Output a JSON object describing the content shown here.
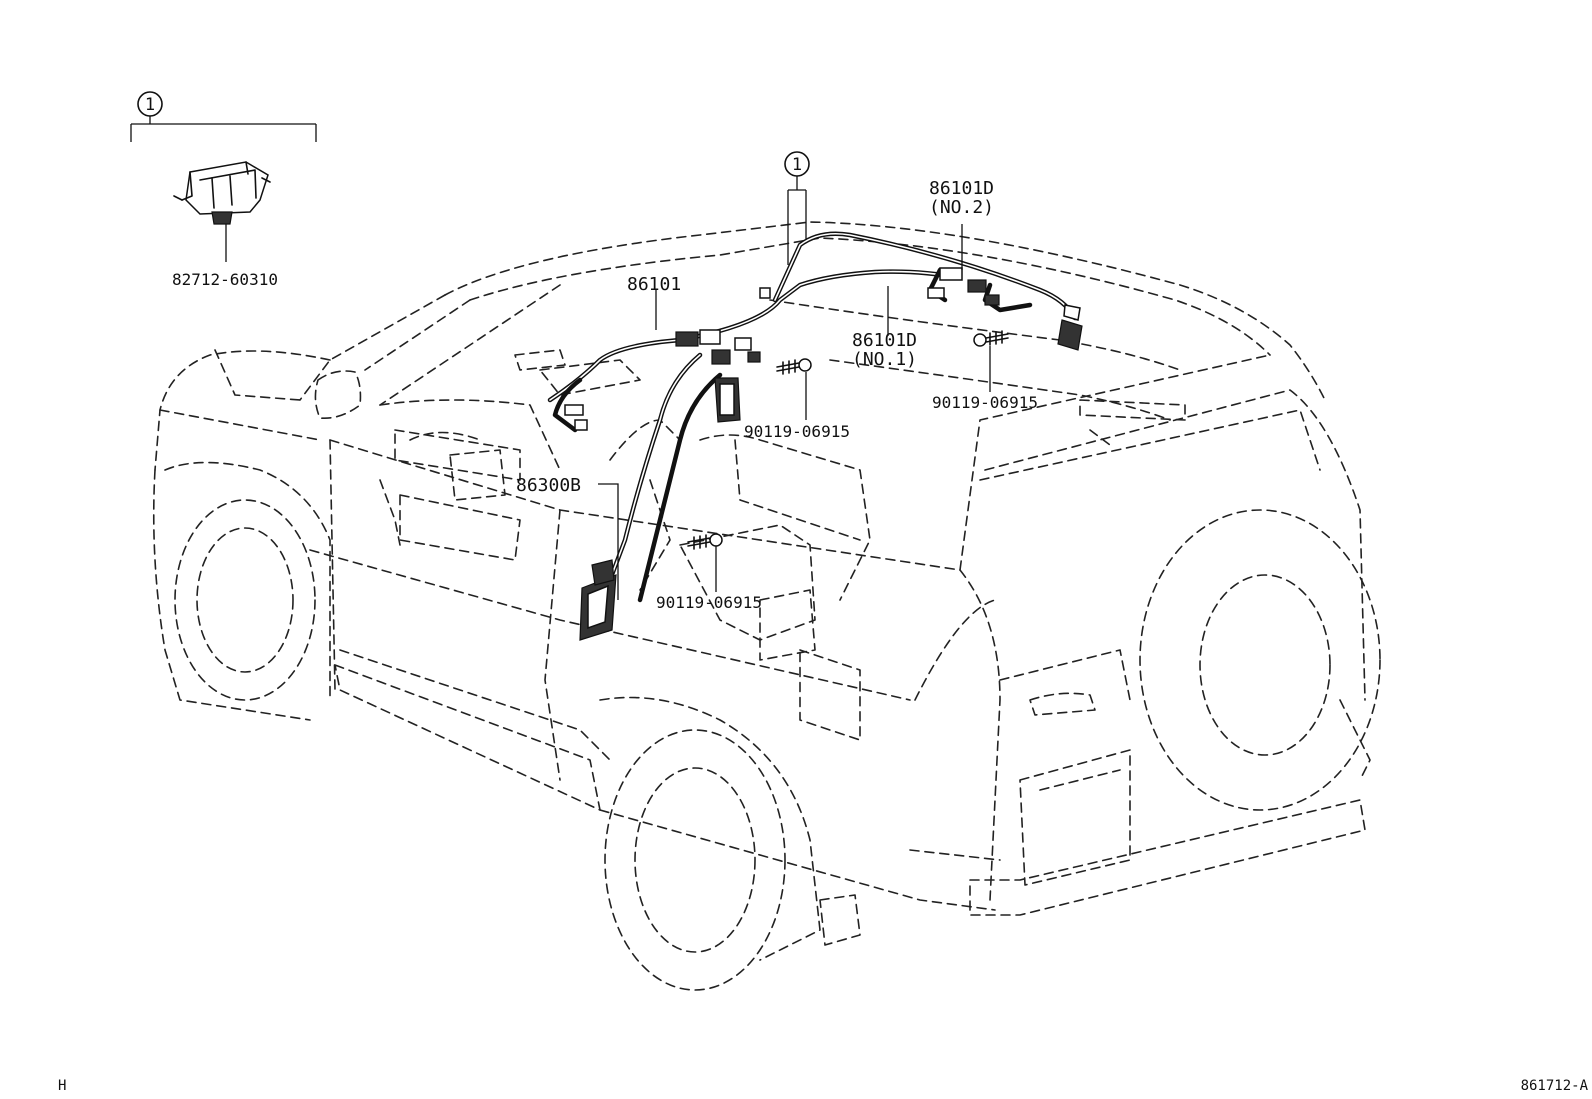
{
  "figure_code": "861712-A",
  "corner_mark": "H",
  "callout_symbol": "1",
  "parts": {
    "bracket": "82712-60310",
    "harness_main": "86101",
    "harness_no2_number": "86101D",
    "harness_no2_note": "(NO.2)",
    "harness_no1_number": "86101D",
    "harness_no1_note": "(NO.1)",
    "module": "86300B",
    "bolt_roof": "90119-06915",
    "bolt_upper": "90119-06915",
    "bolt_floor": "90119-06915"
  }
}
